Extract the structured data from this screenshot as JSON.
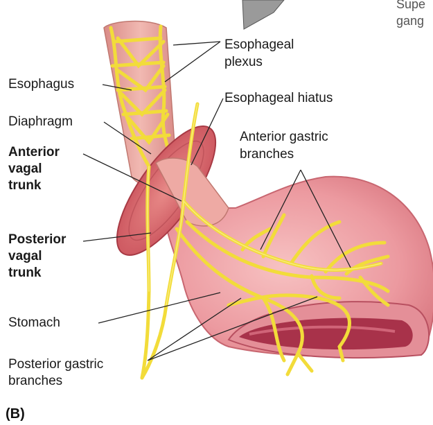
{
  "labels": {
    "esophageal_plexus": [
      "Esophageal",
      "plexus"
    ],
    "esophagus": "Esophagus",
    "esophageal_hiatus": "Esophageal hiatus",
    "diaphragm": "Diaphragm",
    "anterior_gastric": [
      "Anterior gastric",
      "branches"
    ],
    "anterior_vagal": [
      "Anterior",
      "vagal",
      "trunk"
    ],
    "posterior_vagal": [
      "Posterior",
      "vagal",
      "trunk"
    ],
    "stomach": "Stomach",
    "posterior_gastric": [
      "Posterior gastric",
      "branches"
    ],
    "cut_off": [
      "Supe",
      "gang"
    ]
  },
  "panel_label": "(B)",
  "colors": {
    "nerve": "#f2dc3a",
    "nerve_outline": "#c9a818",
    "esophagus": "#e9a8a0",
    "diaphragm": "#d9646a",
    "stomach": "#ef9aa0",
    "stomach_interior": "#b43a52",
    "leader": "#222222"
  }
}
